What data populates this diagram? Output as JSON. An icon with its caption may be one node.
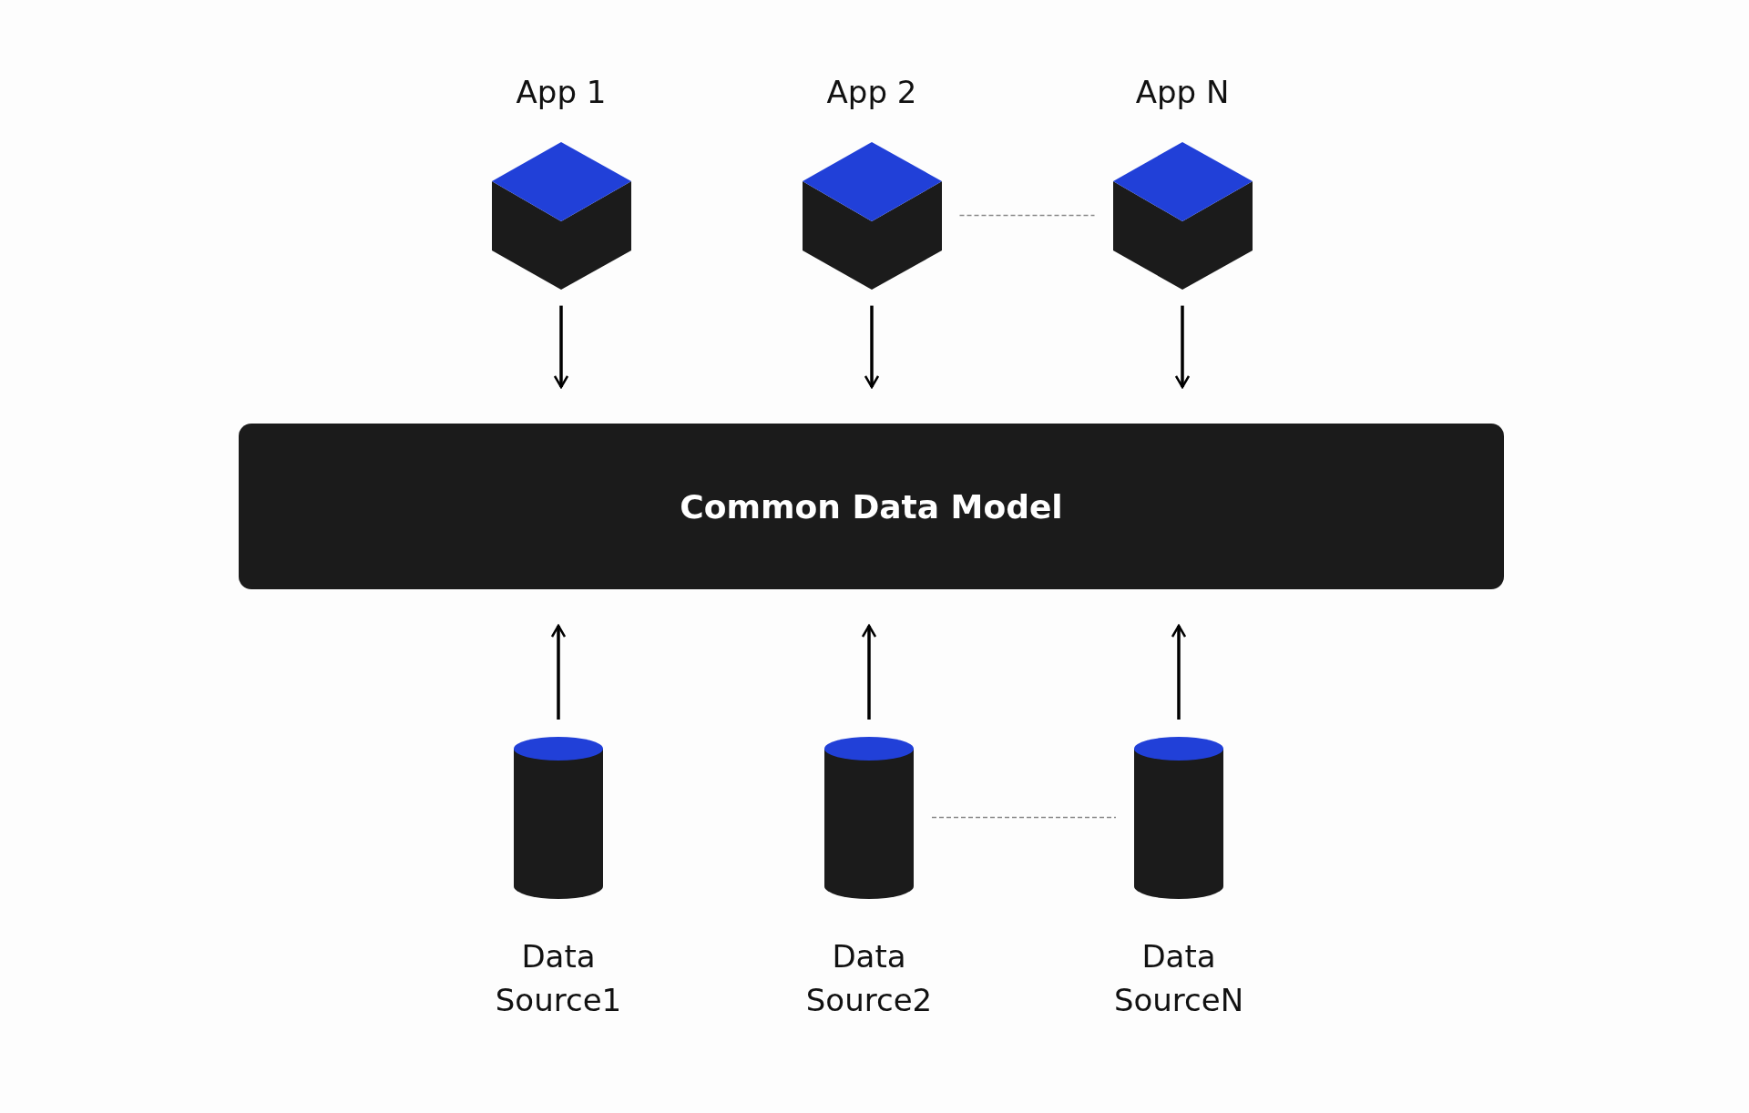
{
  "diagram": {
    "nodes": [
      {
        "text": [
          "App 1"
        ]
      },
      {
        "text": [
          "App 2"
        ]
      },
      {
        "text": [
          "App N"
        ]
      },
      {
        "text": [
          "Common Data Model"
        ]
      },
      {
        "text": [
          "Data Source1"
        ]
      },
      {
        "text": [
          "Data Source2"
        ]
      },
      {
        "text": [
          "Data SourceN"
        ]
      }
    ],
    "edges": [
      {
        "from": 0,
        "to": 3,
        "arrow": "to"
      },
      {
        "from": 1,
        "to": 3,
        "arrow": "to"
      },
      {
        "from": 2,
        "to": 3,
        "arrow": "to"
      },
      {
        "from": 4,
        "to": 3,
        "arrow": "to"
      },
      {
        "from": 5,
        "to": 3,
        "arrow": "to"
      },
      {
        "from": 6,
        "to": 3,
        "arrow": "to"
      },
      {
        "from": 1,
        "to": 2,
        "arrow": "none",
        "style": "dashed",
        "color": "#8a8a8a"
      },
      {
        "from": 5,
        "to": 6,
        "arrow": "none",
        "style": "dashed",
        "color": "#8a8a8a"
      }
    ]
  }
}
